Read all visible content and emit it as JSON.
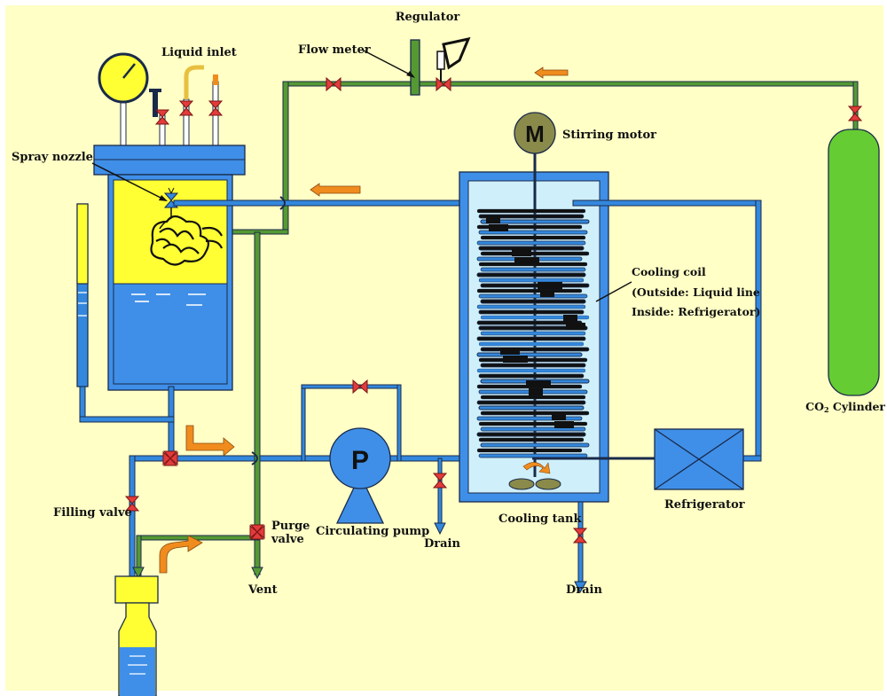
{
  "labels": {
    "regulator": "Regulator",
    "flow_meter": "Flow meter",
    "liquid_inlet": "Liquid inlet",
    "spray_nozzle": "Spray nozzle",
    "stirring_motor": "Stirring motor",
    "motor_symbol": "M",
    "cooling_coil_1": "Cooling coil",
    "cooling_coil_2": "(Outside: Liquid line",
    "cooling_coil_3": "Inside: Refrigerator)",
    "co2_cylinder_pre": "CO",
    "co2_cylinder_sub": "2",
    "co2_cylinder_post": " Cylinder",
    "filling_valve": "Filling valve",
    "purge_valve_1": "Purge",
    "purge_valve_2": "valve",
    "circulating_pump": "Circulating pump",
    "pump_symbol": "P",
    "drain_pump": "Drain",
    "cooling_tank": "Cooling tank",
    "drain_tank": "Drain",
    "refrigerator": "Refrigerator",
    "vent": "Vent"
  },
  "colors": {
    "background": "#FFFFC6",
    "outline": "#1a2a4a",
    "water": "#3F8FE8",
    "water_light": "#CFF0FA",
    "yellow": "#FFFF33",
    "pipe_blue": "#3388DD",
    "pipe_green": "#559933",
    "cylinder_green": "#66CC33",
    "valve_red": "#E23B3B",
    "arrow_orange": "#F08C1E",
    "motor": "#8A8A4A"
  }
}
